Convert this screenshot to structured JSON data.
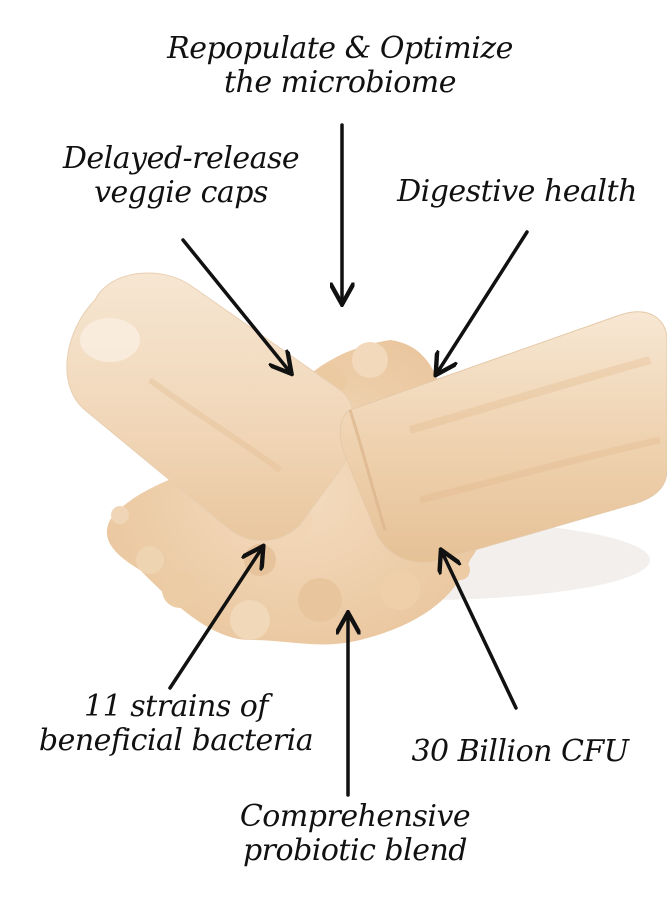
{
  "labels": {
    "repopulate": {
      "line1": "Repopulate & Optimize",
      "line2": "the microbiome"
    },
    "delayed_release": {
      "line1": "Delayed-release",
      "line2": "veggie caps"
    },
    "digestive": {
      "line1": "Digestive health"
    },
    "strains": {
      "line1": "11 strains of",
      "line2": "beneficial bacteria"
    },
    "cfu": {
      "line1": "30 Billion CFU"
    },
    "blend": {
      "line1": "Comprehensive",
      "line2": "probiotic blend"
    }
  },
  "colors": {
    "capsule": "#f3dcc0",
    "powder": "#f1d6b2",
    "arrow": "#111111",
    "background": "#ffffff"
  }
}
